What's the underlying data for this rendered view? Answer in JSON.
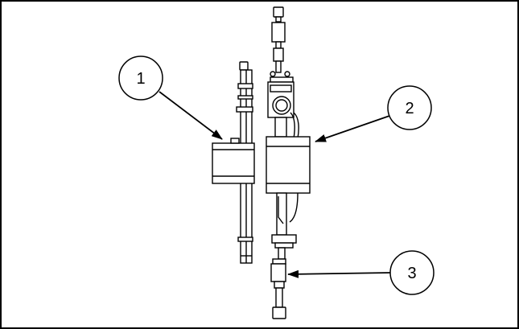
{
  "callouts": [
    {
      "label": "1"
    },
    {
      "label": "2"
    },
    {
      "label": "3"
    }
  ],
  "colors": {
    "stroke": "#000000",
    "fill": "#ffffff"
  }
}
